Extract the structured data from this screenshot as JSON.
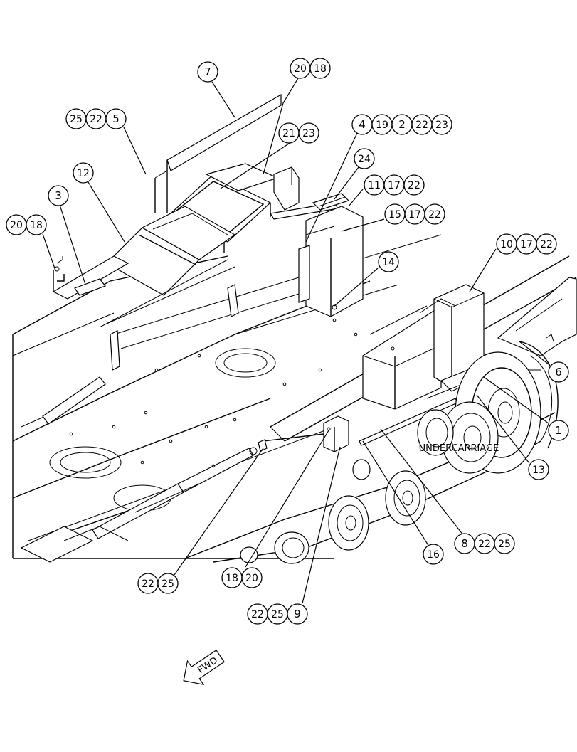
{
  "diagram": {
    "undercarriage_label": "UNDERCARRIAGE",
    "fwd_label": "FWD",
    "callouts": [
      {
        "id": "c7",
        "nums": [
          "7"
        ]
      },
      {
        "id": "c20-18-top",
        "nums": [
          "20",
          "18"
        ]
      },
      {
        "id": "c25-22-5",
        "nums": [
          "25",
          "22",
          "5"
        ]
      },
      {
        "id": "c21-23",
        "nums": [
          "21",
          "23"
        ]
      },
      {
        "id": "c4-19-2-22-23",
        "nums": [
          "4",
          "19",
          "2",
          "22",
          "23"
        ]
      },
      {
        "id": "c24",
        "nums": [
          "24"
        ]
      },
      {
        "id": "c12",
        "nums": [
          "12"
        ]
      },
      {
        "id": "c11-17-22",
        "nums": [
          "11",
          "17",
          "22"
        ]
      },
      {
        "id": "c3",
        "nums": [
          "3"
        ]
      },
      {
        "id": "c15-17-22",
        "nums": [
          "15",
          "17",
          "22"
        ]
      },
      {
        "id": "c20-18-left",
        "nums": [
          "20",
          "18"
        ]
      },
      {
        "id": "c10-17-22",
        "nums": [
          "10",
          "17",
          "22"
        ]
      },
      {
        "id": "c14",
        "nums": [
          "14"
        ]
      },
      {
        "id": "c6",
        "nums": [
          "6"
        ]
      },
      {
        "id": "c1",
        "nums": [
          "1"
        ]
      },
      {
        "id": "c13",
        "nums": [
          "13"
        ]
      },
      {
        "id": "c8-22-25",
        "nums": [
          "8",
          "22",
          "25"
        ]
      },
      {
        "id": "c16",
        "nums": [
          "16"
        ]
      },
      {
        "id": "c22-25",
        "nums": [
          "22",
          "25"
        ]
      },
      {
        "id": "c18-20",
        "nums": [
          "18",
          "20"
        ]
      },
      {
        "id": "c22-25-9",
        "nums": [
          "22",
          "25",
          "9"
        ]
      }
    ]
  }
}
